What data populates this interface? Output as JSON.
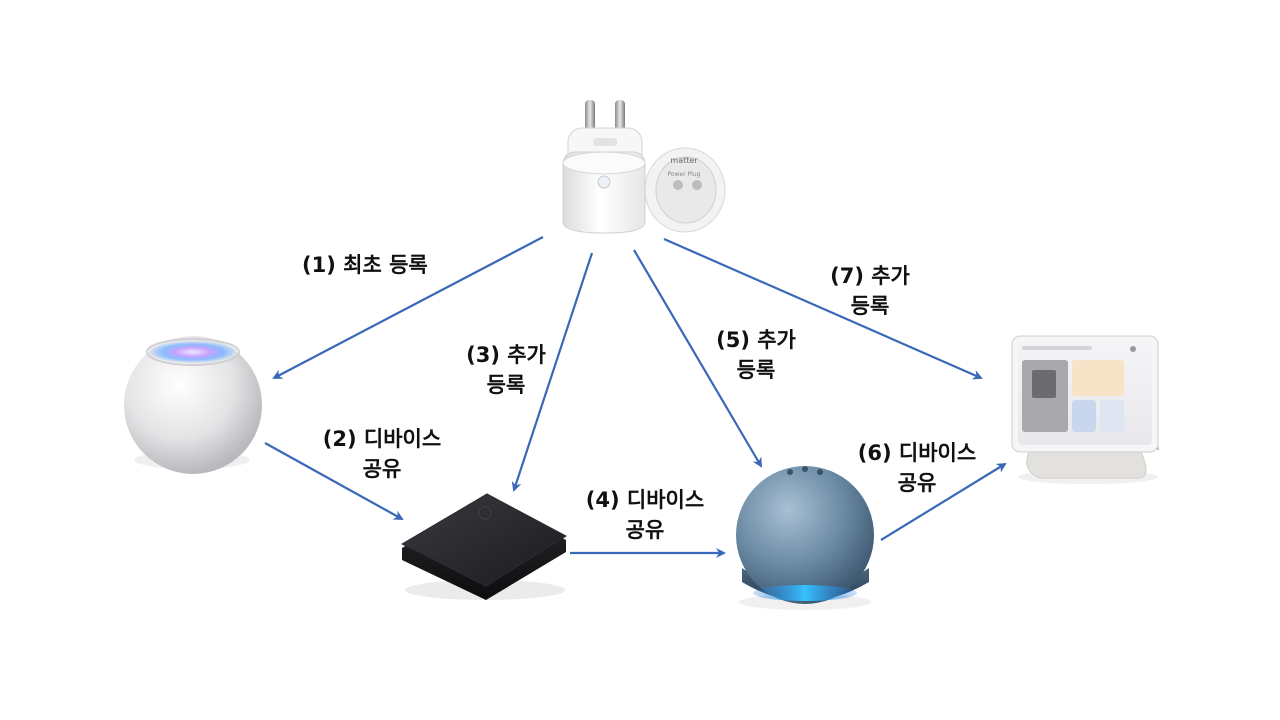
{
  "colors": {
    "arrow": "#3a68b8",
    "label": "#111111",
    "background": "#ffffff"
  },
  "devices": {
    "smart_plug": {
      "icon": "smart-plug-icon",
      "brand_text": "matter",
      "model_text": "Power Plug"
    },
    "homepod_mini": {
      "icon": "smart-speaker-sphere-icon"
    },
    "smartthings_hub": {
      "icon": "smart-hub-icon"
    },
    "echo_dot": {
      "icon": "echo-speaker-icon"
    },
    "nest_hub": {
      "icon": "smart-display-icon"
    }
  },
  "steps": [
    {
      "id": 1,
      "lines": [
        "(1) 최초 등록"
      ]
    },
    {
      "id": 2,
      "lines": [
        "(2) 디바이스",
        "공유"
      ]
    },
    {
      "id": 3,
      "lines": [
        "(3) 추가",
        "등록"
      ]
    },
    {
      "id": 4,
      "lines": [
        "(4) 디바이스",
        "공유"
      ]
    },
    {
      "id": 5,
      "lines": [
        "(5) 추가",
        "등록"
      ]
    },
    {
      "id": 6,
      "lines": [
        "(6) 디바이스",
        "공유"
      ]
    },
    {
      "id": 7,
      "lines": [
        "(7) 추가",
        "등록"
      ]
    }
  ]
}
